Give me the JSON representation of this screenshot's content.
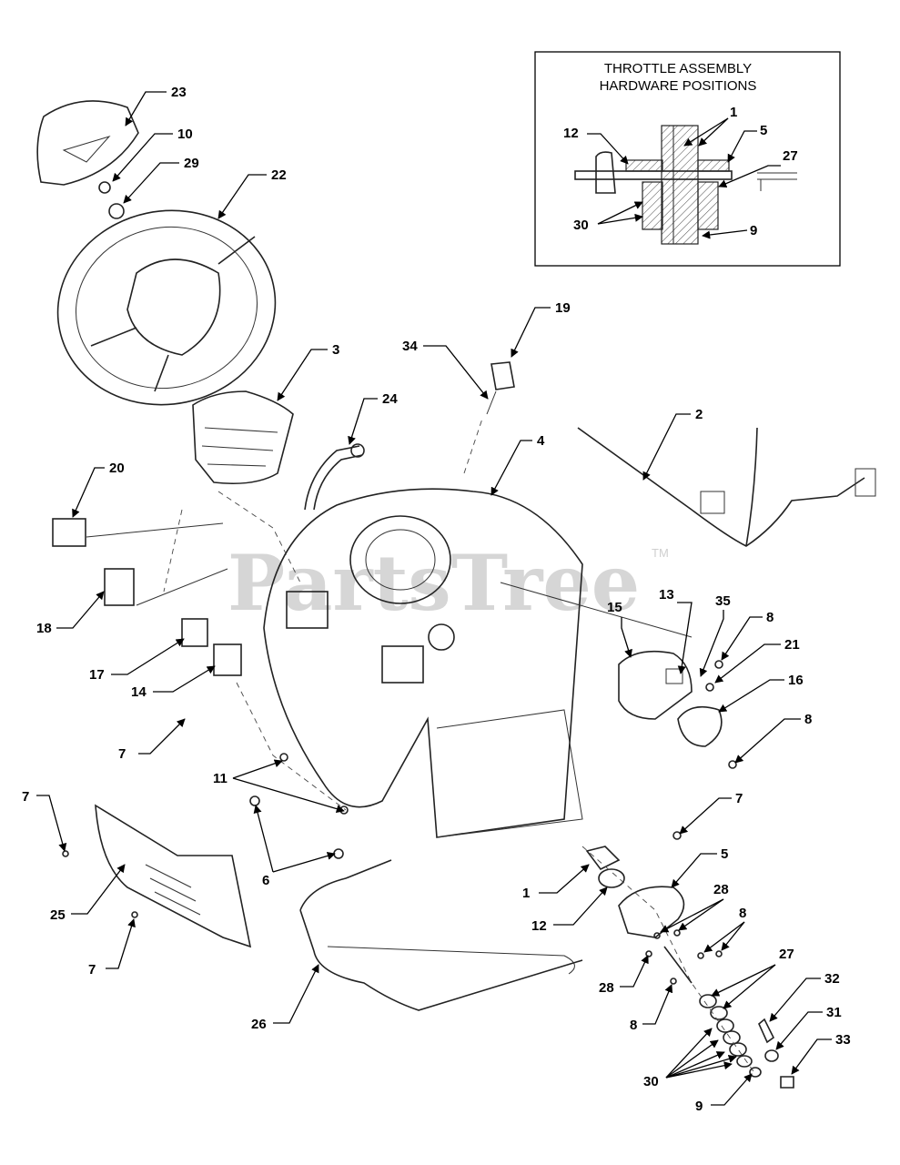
{
  "inset": {
    "title_line1": "THROTTLE ASSEMBLY",
    "title_line2": "HARDWARE POSITIONS",
    "callouts": [
      "1",
      "5",
      "12",
      "27",
      "30",
      "9"
    ]
  },
  "watermark": {
    "text": "PartsTree",
    "tm": "TM"
  },
  "callouts": [
    "23",
    "10",
    "29",
    "22",
    "3",
    "19",
    "34",
    "24",
    "2",
    "4",
    "20",
    "18",
    "15",
    "13",
    "35",
    "8",
    "21",
    "17",
    "16",
    "14",
    "7",
    "11",
    "7",
    "7",
    "6",
    "1",
    "5",
    "28",
    "8",
    "12",
    "25",
    "7",
    "26",
    "28",
    "27",
    "8",
    "32",
    "31",
    "33",
    "30",
    "9"
  ]
}
